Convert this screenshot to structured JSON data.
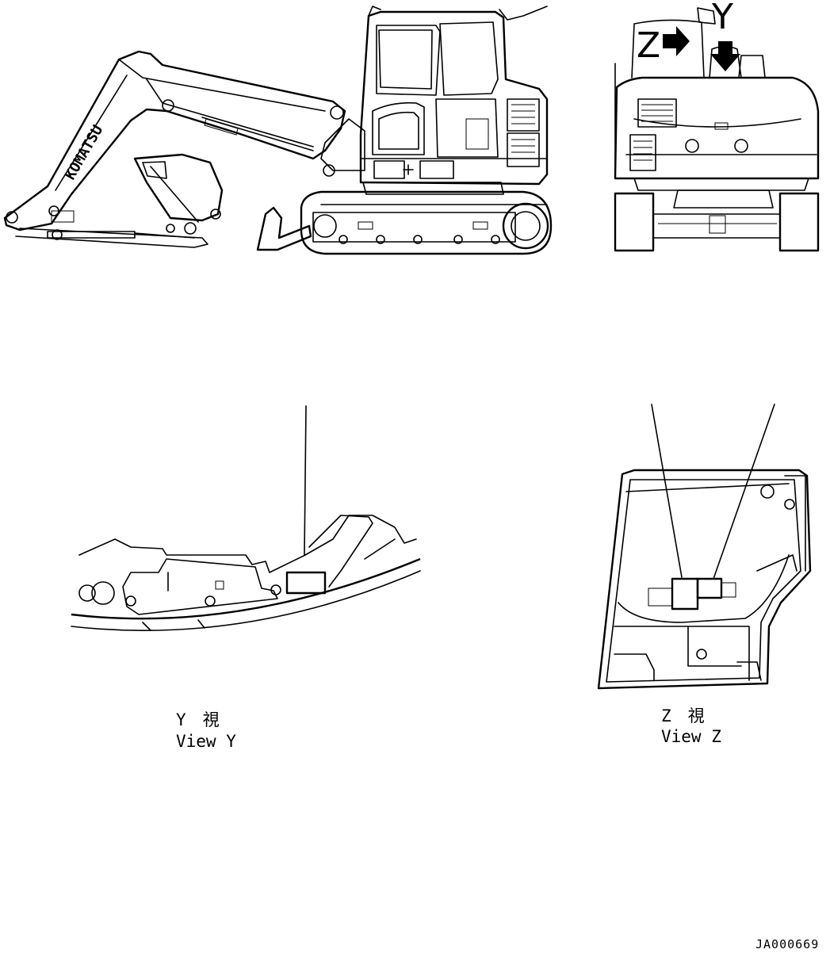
{
  "views": {
    "arrow_z_label": "Z",
    "arrow_y_label": "Y",
    "view_y": {
      "caption_jp": "Y　視",
      "caption_en": "View Y"
    },
    "view_z": {
      "caption_jp": "Z　視",
      "caption_en": "View Z"
    }
  },
  "drawing": {
    "boom_text": "KOMATSU",
    "document_id": "JA000669"
  }
}
